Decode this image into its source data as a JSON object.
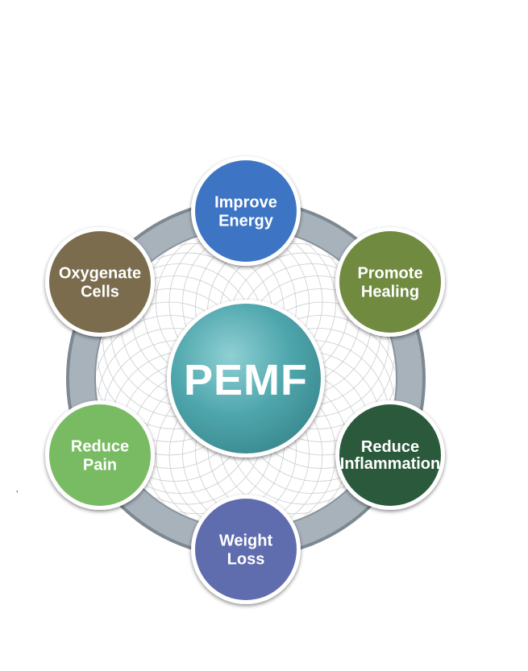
{
  "center": {
    "label": "PEMF",
    "color": "#4fa7ad"
  },
  "nodes": [
    {
      "id": "improve-energy",
      "lines": [
        "Improve",
        "Energy"
      ],
      "color": "#3d74c4"
    },
    {
      "id": "promote-healing",
      "lines": [
        "Promote",
        "Healing"
      ],
      "color": "#6f8a3f"
    },
    {
      "id": "reduce-inflammation",
      "lines": [
        "Reduce",
        "Inflammation"
      ],
      "color": "#2a5a3b"
    },
    {
      "id": "weight-loss",
      "lines": [
        "Weight",
        "Loss"
      ],
      "color": "#5f6cae"
    },
    {
      "id": "reduce-pain",
      "lines": [
        "Reduce",
        "Pain"
      ],
      "color": "#79bb62"
    },
    {
      "id": "oxygenate-cells",
      "lines": [
        "Oxygenate",
        "Cells"
      ],
      "color": "#7a6c4e"
    }
  ],
  "colors": {
    "ring": "#a8b2bb",
    "ring_edge": "#7d8891",
    "mesh": "#c9ccd0"
  },
  "stray_mark": "‘"
}
